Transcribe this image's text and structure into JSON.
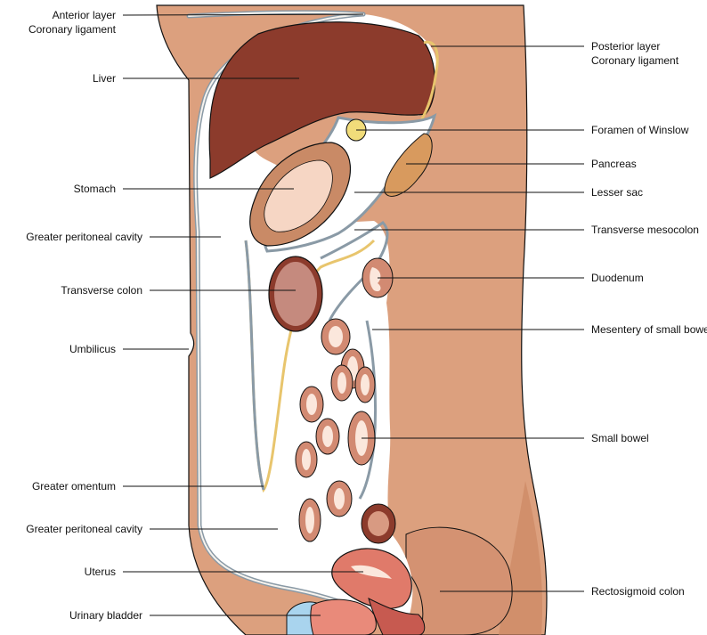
{
  "labels": {
    "anterior_layer_line1": "Anterior layer",
    "anterior_layer_line2": "Coronary ligament",
    "liver": "Liver",
    "stomach": "Stomach",
    "greater_peritoneal_cavity_upper": "Greater peritoneal cavity",
    "transverse_colon": "Transverse colon",
    "umbilicus": "Umbilicus",
    "greater_omentum": "Greater omentum",
    "greater_peritoneal_cavity_lower": "Greater peritoneal cavity",
    "uterus": "Uterus",
    "urinary_bladder": "Urinary bladder",
    "posterior_layer_line1": "Posterior layer",
    "posterior_layer_line2": "Coronary ligament",
    "foramen_of_winslow": "Foramen of Winslow",
    "pancreas": "Pancreas",
    "lesser_sac": "Lesser sac",
    "transverse_mesocolon": "Transverse mesocolon",
    "duodenum": "Duodenum",
    "mesentery_of_small_bowel": "Mesentery of small bowel",
    "small_bowel": "Small bowel",
    "rectosigmoid_colon": "Rectosigmoid colon"
  },
  "colors": {
    "skin": "#dca07e",
    "skin_dark": "#c9845f",
    "liver": "#8c3b2c",
    "cavity": "#ffffff",
    "peritoneum": "#8a9aa6",
    "stomach_wall": "#c98a66",
    "stomach_mucosa": "#f6d6c4",
    "colon": "#b86e5e",
    "bowel_wall": "#d28a72",
    "bowel_lumen": "#fbe7dc",
    "pancreas": "#d89a5e",
    "foramen": "#f1dc7a",
    "uterus": "#e07a6a",
    "bladder": "#a9d4ee",
    "membrane": "#e8c56d"
  }
}
